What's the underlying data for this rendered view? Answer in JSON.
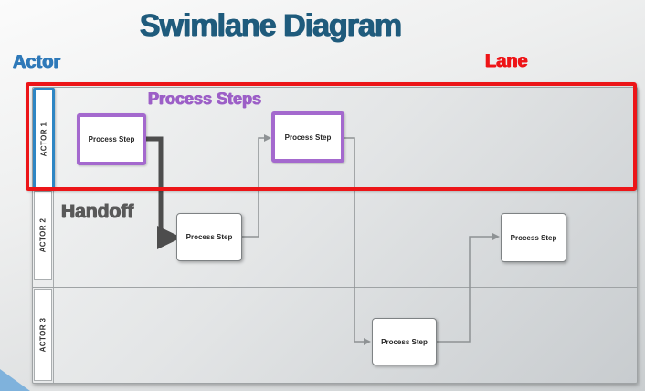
{
  "slide": {
    "title": "Swimlane Diagram"
  },
  "callouts": {
    "actor": "Actor",
    "lane": "Lane",
    "process_steps": "Process Steps",
    "handoff": "Handoff"
  },
  "lanes": [
    {
      "label": "ACTOR 1",
      "highlighted": true
    },
    {
      "label": "ACTOR 2",
      "highlighted": false
    },
    {
      "label": "ACTOR 3",
      "highlighted": false
    }
  ],
  "steps": [
    {
      "order": 1,
      "label": "Process Step",
      "lane": "ACTOR 1",
      "highlighted": true
    },
    {
      "order": 2,
      "label": "Process Step",
      "lane": "ACTOR 2",
      "highlighted": false
    },
    {
      "order": 3,
      "label": "Process Step",
      "lane": "ACTOR 1",
      "highlighted": true
    },
    {
      "order": 4,
      "label": "Process Step",
      "lane": "ACTOR 3",
      "highlighted": false
    },
    {
      "order": 5,
      "label": "Process Step",
      "lane": "ACTOR 2",
      "highlighted": false
    }
  ],
  "connections": [
    {
      "from": 1,
      "to": 2,
      "style": "thick-handoff-arrow"
    },
    {
      "from": 2,
      "to": 3,
      "style": "thin-arrow"
    },
    {
      "from": 3,
      "to": 4,
      "style": "thin-arrow"
    },
    {
      "from": 4,
      "to": 5,
      "style": "thin-arrow"
    }
  ],
  "colors": {
    "title": "#1f5b7c",
    "actor_blue": "#2e79b9",
    "actor_highlight_border": "#2e86c4",
    "lane_red": "#ec1518",
    "step_highlight_purple": "#a469ce",
    "process_steps_text": "#9c5fc7",
    "handoff_gray": "#595959",
    "thick_arrow": "#4d4d4d",
    "connector_gray": "#8e9294",
    "table_border": "#9fa3a5"
  }
}
